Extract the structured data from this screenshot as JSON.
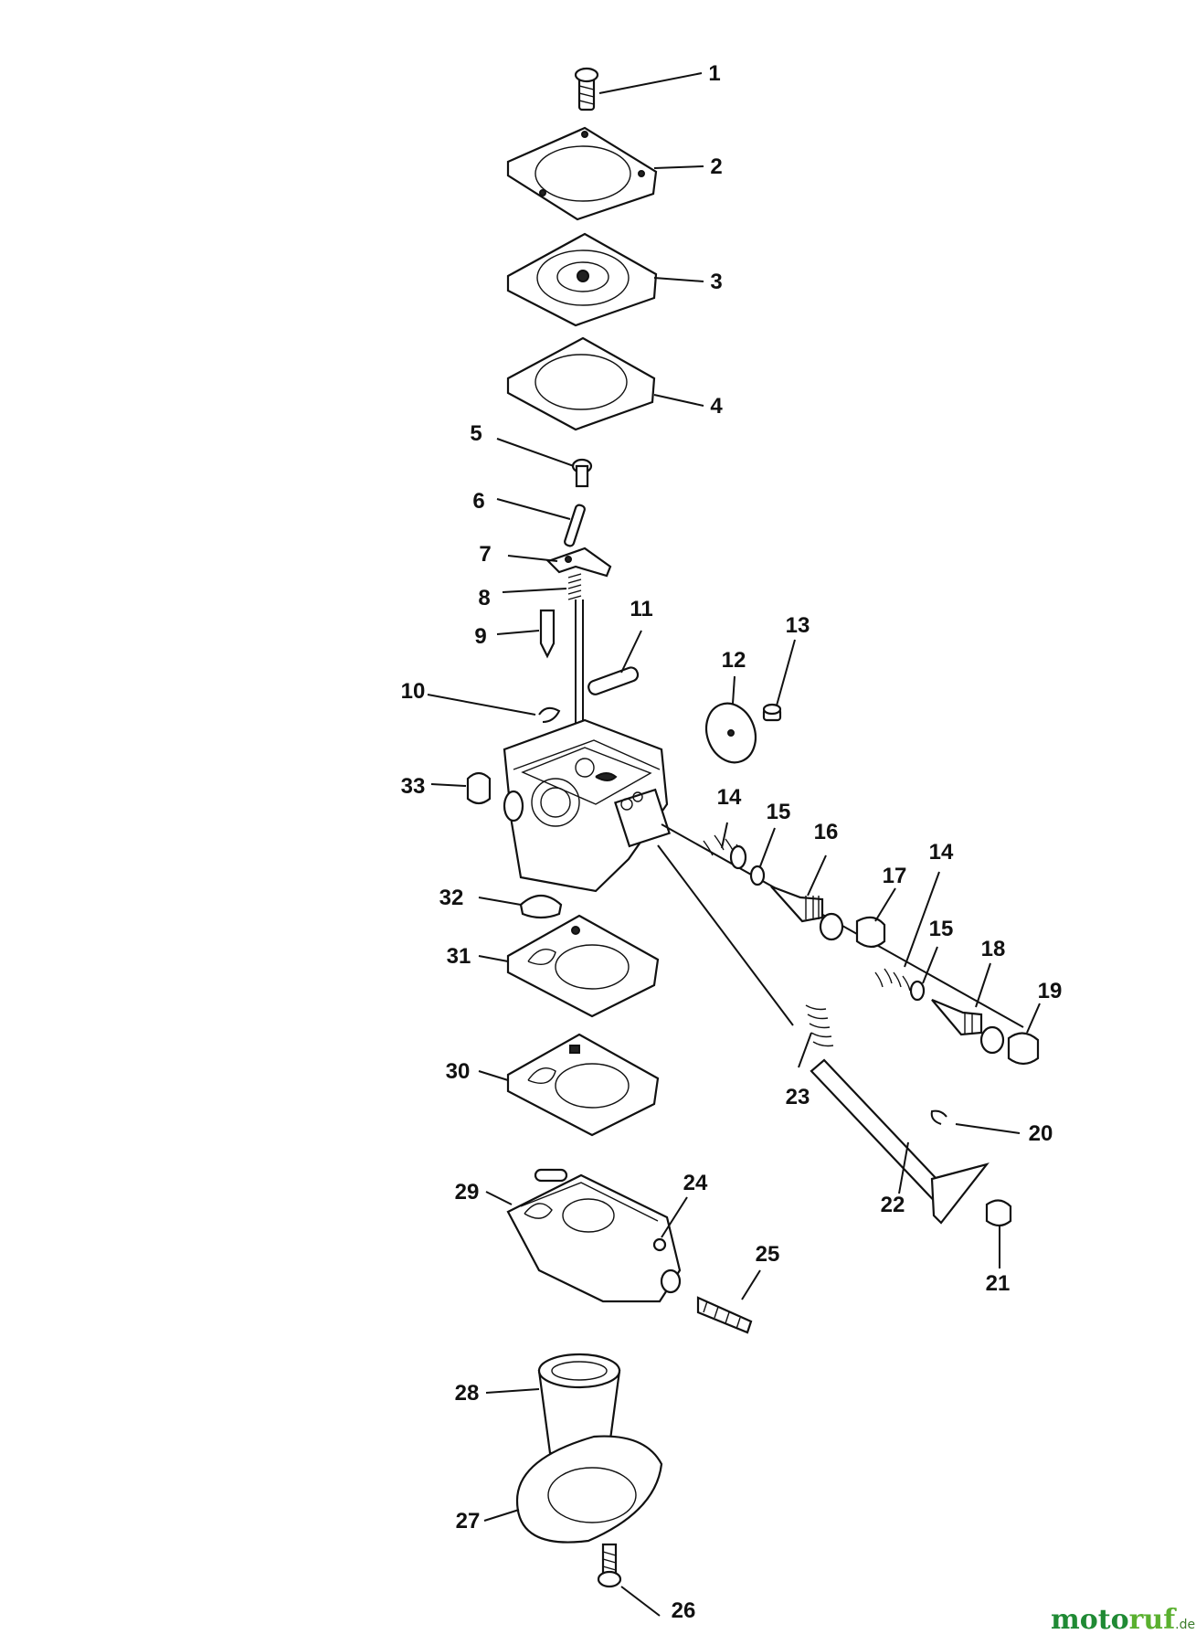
{
  "labels": [
    "1",
    "2",
    "3",
    "4",
    "5",
    "6",
    "7",
    "8",
    "9",
    "10",
    "11",
    "12",
    "13",
    "14",
    "14",
    "15",
    "15",
    "16",
    "17",
    "18",
    "19",
    "20",
    "21",
    "22",
    "23",
    "24",
    "25",
    "26",
    "27",
    "28",
    "29",
    "30",
    "31",
    "32",
    "33"
  ],
  "watermark": {
    "part1": "moto",
    "part2": "ruf",
    "suffix": ".de"
  }
}
